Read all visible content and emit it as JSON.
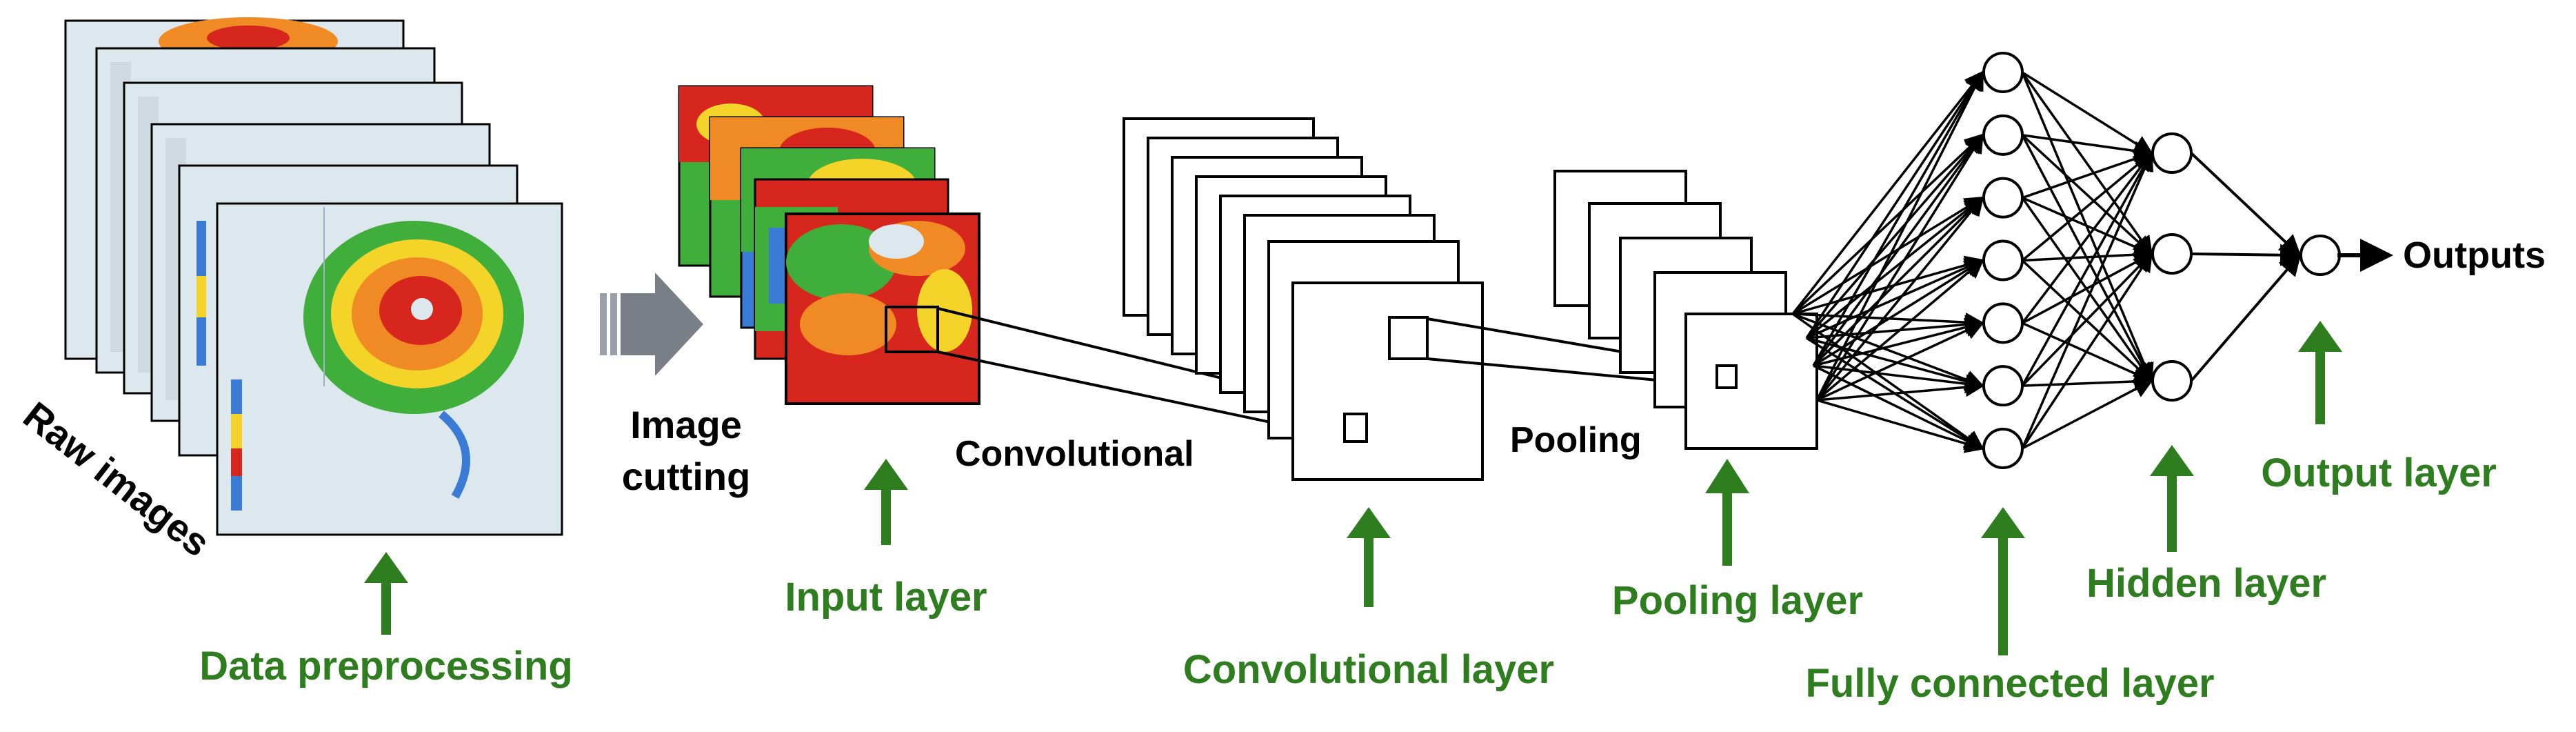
{
  "labels": {
    "raw_images": "Raw images",
    "data_preprocessing": "Data preprocessing",
    "image_cutting_line1": "Image",
    "image_cutting_line2": "cutting",
    "input_layer": "Input layer",
    "convolutional": "Convolutional",
    "convolutional_layer": "Convolutional layer",
    "pooling": "Pooling",
    "pooling_layer": "Pooling layer",
    "fully_connected_layer": "Fully connected layer",
    "hidden_layer": "Hidden layer",
    "output_layer": "Output layer",
    "outputs": "Outputs"
  },
  "colors": {
    "label_green": "#2e7d1f",
    "arrow_green": "#2e7d1f",
    "block_arrow_gray": "#7a7f87",
    "radar_red": "#d7261e",
    "radar_orange": "#f08a24",
    "radar_yellow": "#f5d42a",
    "radar_green": "#3fae3a",
    "radar_blue": "#3a7bd5",
    "map_bg": "#dce7ee"
  },
  "network": {
    "fully_connected_neurons": 7,
    "hidden_neurons": 3,
    "output_neurons": 1
  },
  "icons": [
    "block-arrow-icon",
    "up-arrow-icon",
    "neuron-icon"
  ]
}
